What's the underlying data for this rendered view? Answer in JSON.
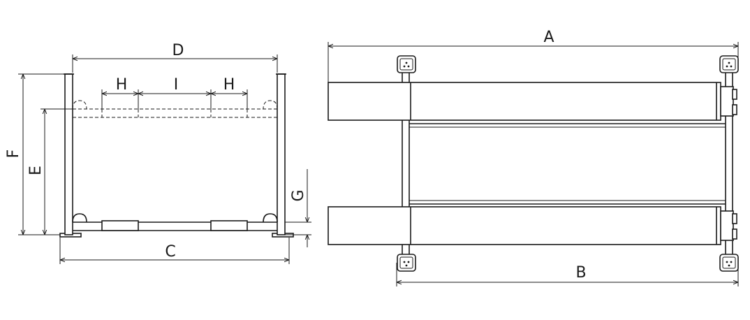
{
  "labels": {
    "A": "A",
    "B": "B",
    "C": "C",
    "D": "D",
    "E": "E",
    "F": "F",
    "G": "G",
    "H1": "H",
    "H2": "H",
    "I": "I"
  },
  "colors": {
    "line": "#1a1a1a",
    "background": "#ffffff"
  }
}
